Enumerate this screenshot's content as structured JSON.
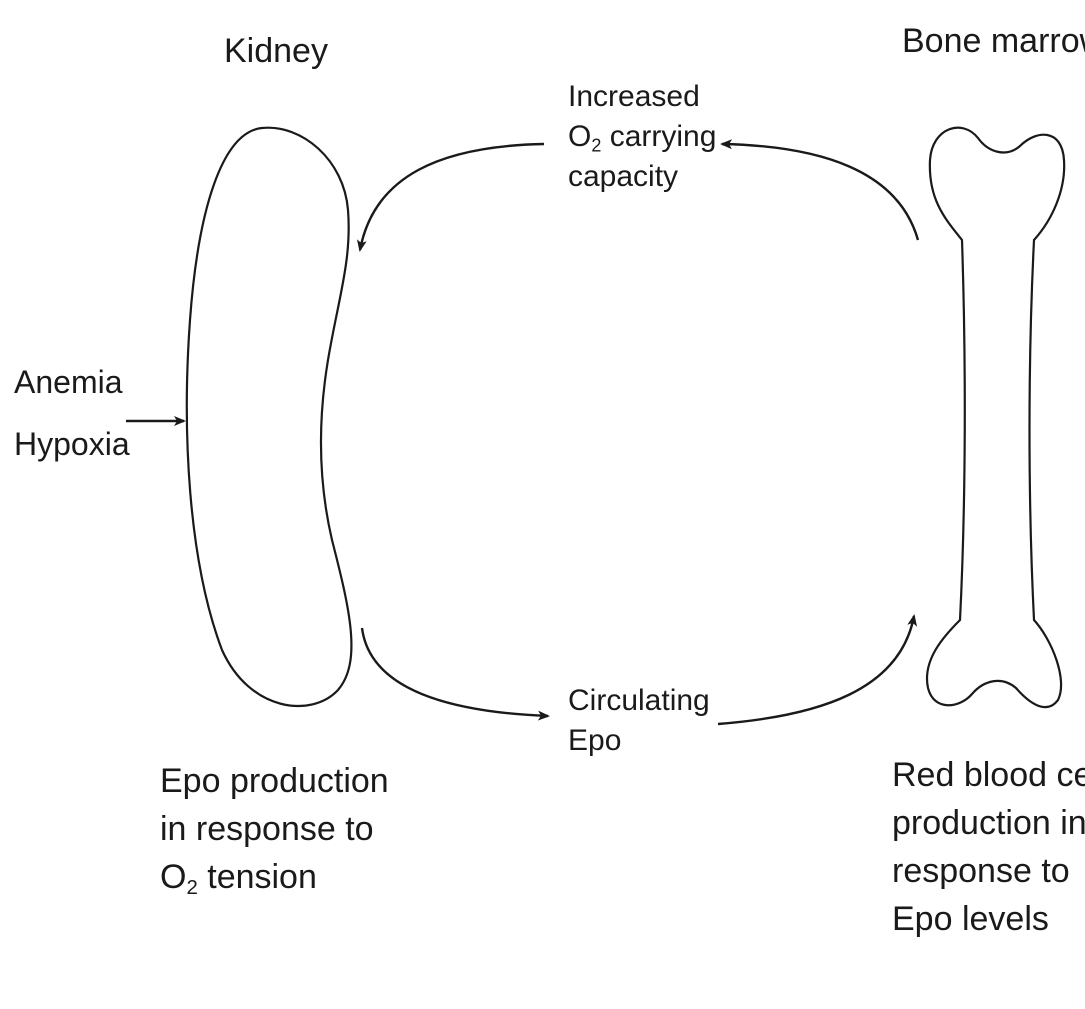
{
  "colors": {
    "stroke": "#1a1a1a",
    "background": "#ffffff"
  },
  "labels": {
    "kidney": "Kidney",
    "bone_marrow": "Bone marrow",
    "increased_capacity": {
      "line1": "Increased",
      "line2_prefix": "O",
      "line2_sub": "2",
      "line2_suffix": " carrying",
      "line3": "capacity"
    },
    "anemia": "Anemia",
    "hypoxia": "Hypoxia",
    "circulating_epo": {
      "line1": "Circulating",
      "line2": "Epo"
    },
    "epo_production": {
      "line1": "Epo production",
      "line2": "in response to",
      "line3_prefix": "O",
      "line3_sub": "2",
      "line3_suffix": " tension"
    },
    "rbc_production": {
      "line1": "Red blood cell",
      "line2": "production in",
      "line3": "response to",
      "line4": "Epo levels"
    }
  }
}
